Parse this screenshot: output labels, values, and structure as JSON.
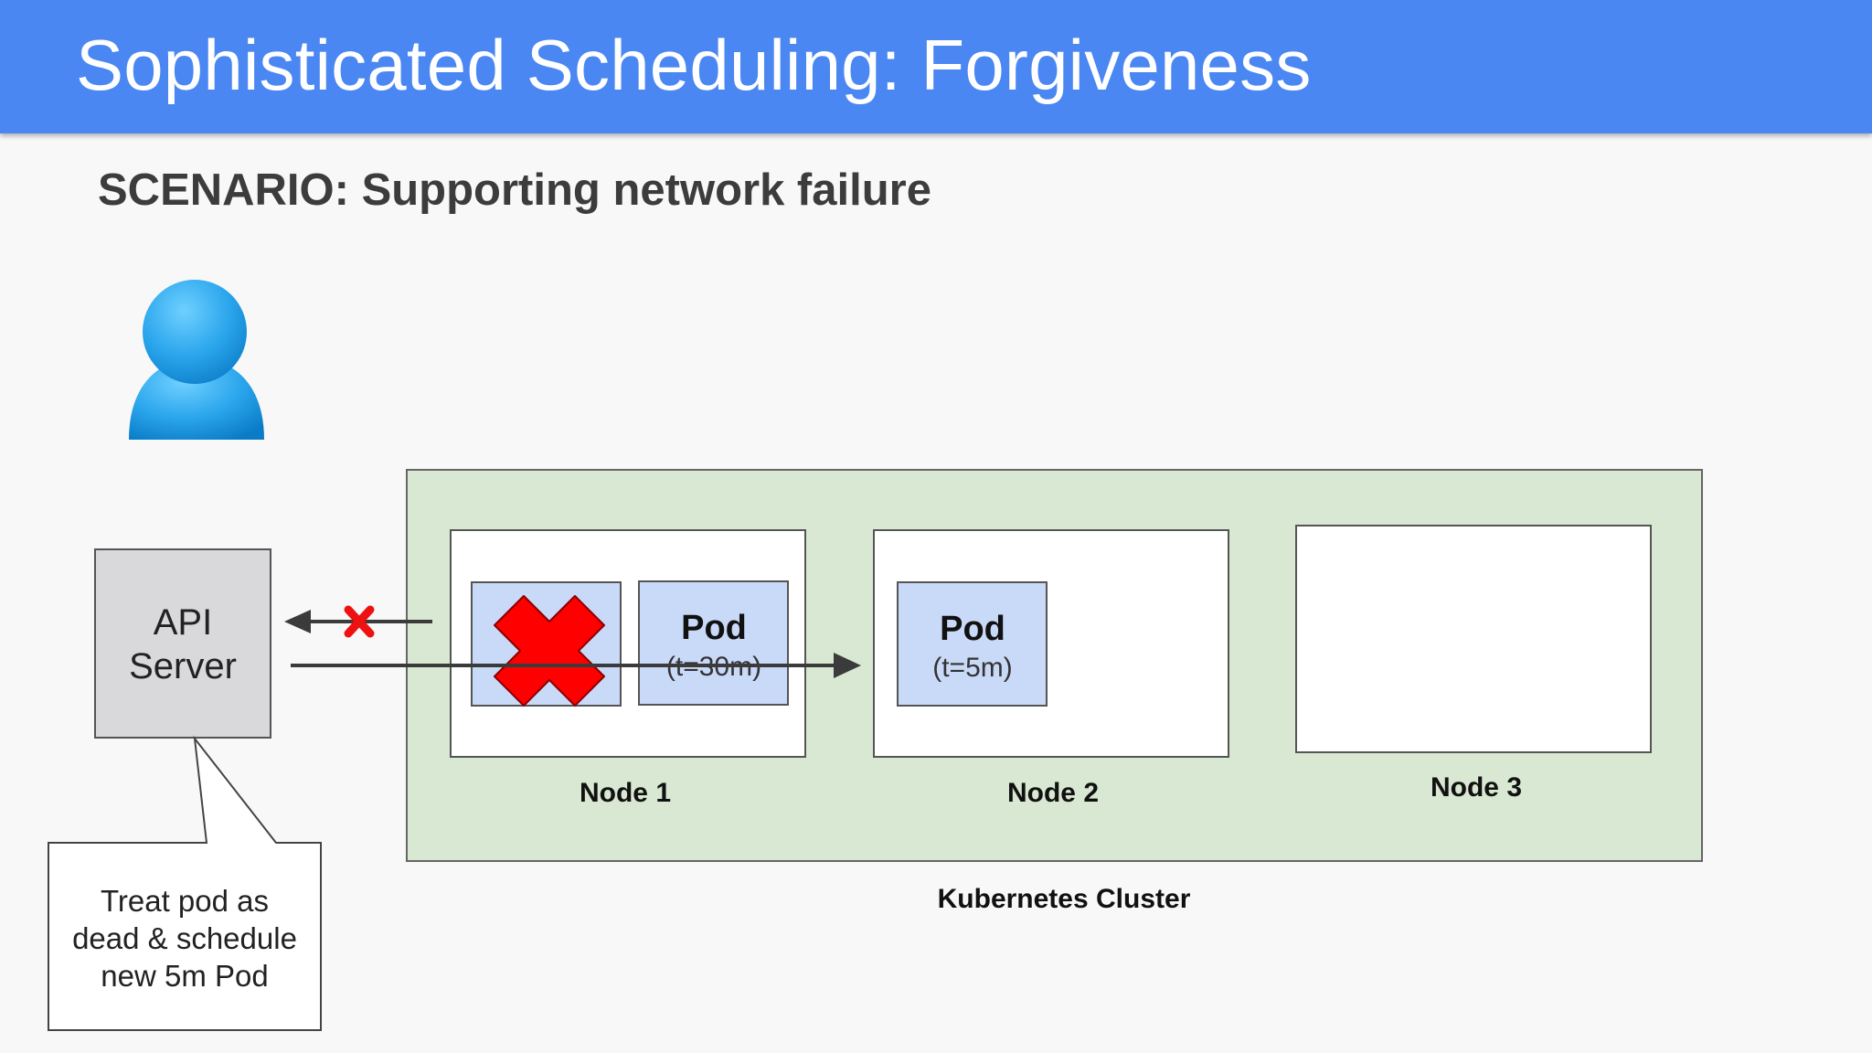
{
  "slide": {
    "title": "Sophisticated Scheduling: Forgiveness",
    "subtitle": "SCENARIO: Supporting network failure"
  },
  "api_server": {
    "label_line1": "API",
    "label_line2": "Server"
  },
  "callout": {
    "line1": "Treat pod as",
    "line2": "dead & schedule",
    "line3": "new 5m Pod"
  },
  "cluster": {
    "label": "Kubernetes Cluster",
    "nodes": [
      {
        "label": "Node 1",
        "pods": [
          {
            "title": "",
            "subtitle": "",
            "status": "failed"
          },
          {
            "title": "Pod",
            "subtitle": "(t=30m)"
          }
        ]
      },
      {
        "label": "Node 2",
        "pods": [
          {
            "title": "Pod",
            "subtitle": "(t=5m)"
          }
        ]
      },
      {
        "label": "Node 3",
        "pods": []
      }
    ]
  },
  "icons": {
    "user": "user-icon",
    "failure": "red-x-icon",
    "blocked_connection": "small-red-x-icon"
  },
  "colors": {
    "header": "#4a87f2",
    "cluster_fill": "#d9e8d2",
    "pod_fill": "#c9d9f8",
    "api_fill": "#d9d9dc",
    "user": "#1e9be4",
    "failure": "#ff0000",
    "arrow": "#3b3b3b"
  }
}
